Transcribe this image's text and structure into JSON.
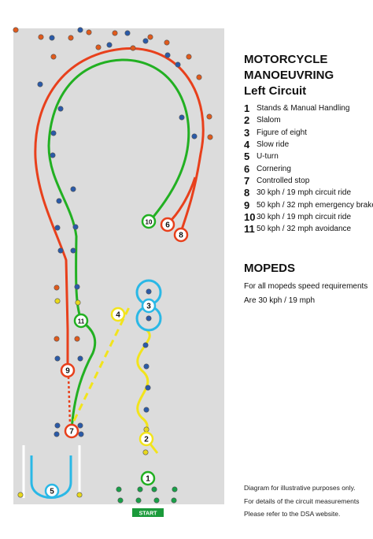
{
  "title": {
    "line1": "MOTORCYCLE",
    "line2": "MANOEUVRING",
    "line3": "Left Circuit"
  },
  "legend": [
    {
      "num": "1",
      "text": "Stands & Manual Handling"
    },
    {
      "num": "2",
      "text": "Slalom"
    },
    {
      "num": "3",
      "text": "Figure of eight"
    },
    {
      "num": "4",
      "text": "Slow ride"
    },
    {
      "num": "5",
      "text": "U-turn"
    },
    {
      "num": "6",
      "text": "Cornering"
    },
    {
      "num": "7",
      "text": "Controlled stop"
    },
    {
      "num": "8",
      "text": "30 kph / 19 mph circuit ride"
    },
    {
      "num": "9",
      "text": "50 kph / 32 mph emergency brake"
    },
    {
      "num": "10",
      "text": "30 kph / 19 mph circuit ride"
    },
    {
      "num": "11",
      "text": "50 kph / 32 mph avoidance"
    }
  ],
  "mopeds": {
    "heading": "MOPEDS",
    "line1": "For all mopeds speed requirements",
    "line2": "Are 30 kph / 19 mph"
  },
  "footnote": {
    "line1": "Diagram for illustrative purposes only.",
    "line2": "For details of the circuit measurements",
    "line3": "Please refer to the DSA website."
  },
  "start_label": "START",
  "markers": {
    "m1": "1",
    "m2": "2",
    "m3": "3",
    "m4": "4",
    "m5": "5",
    "m6": "6",
    "m7": "7",
    "m8": "8",
    "m9": "9",
    "m10": "10",
    "m11": "11"
  },
  "colors": {
    "pad": "#dcdcdc",
    "red_route": "#e8401c",
    "green_route": "#22b022",
    "yellow_route": "#f2e41c",
    "blue_route": "#2ab8e6",
    "cone_red": "#e05a1c",
    "cone_blue": "#2a5aa8",
    "cone_yellow": "#e8d81c",
    "cone_green": "#18a048",
    "start_bg": "#1a9a3a"
  }
}
